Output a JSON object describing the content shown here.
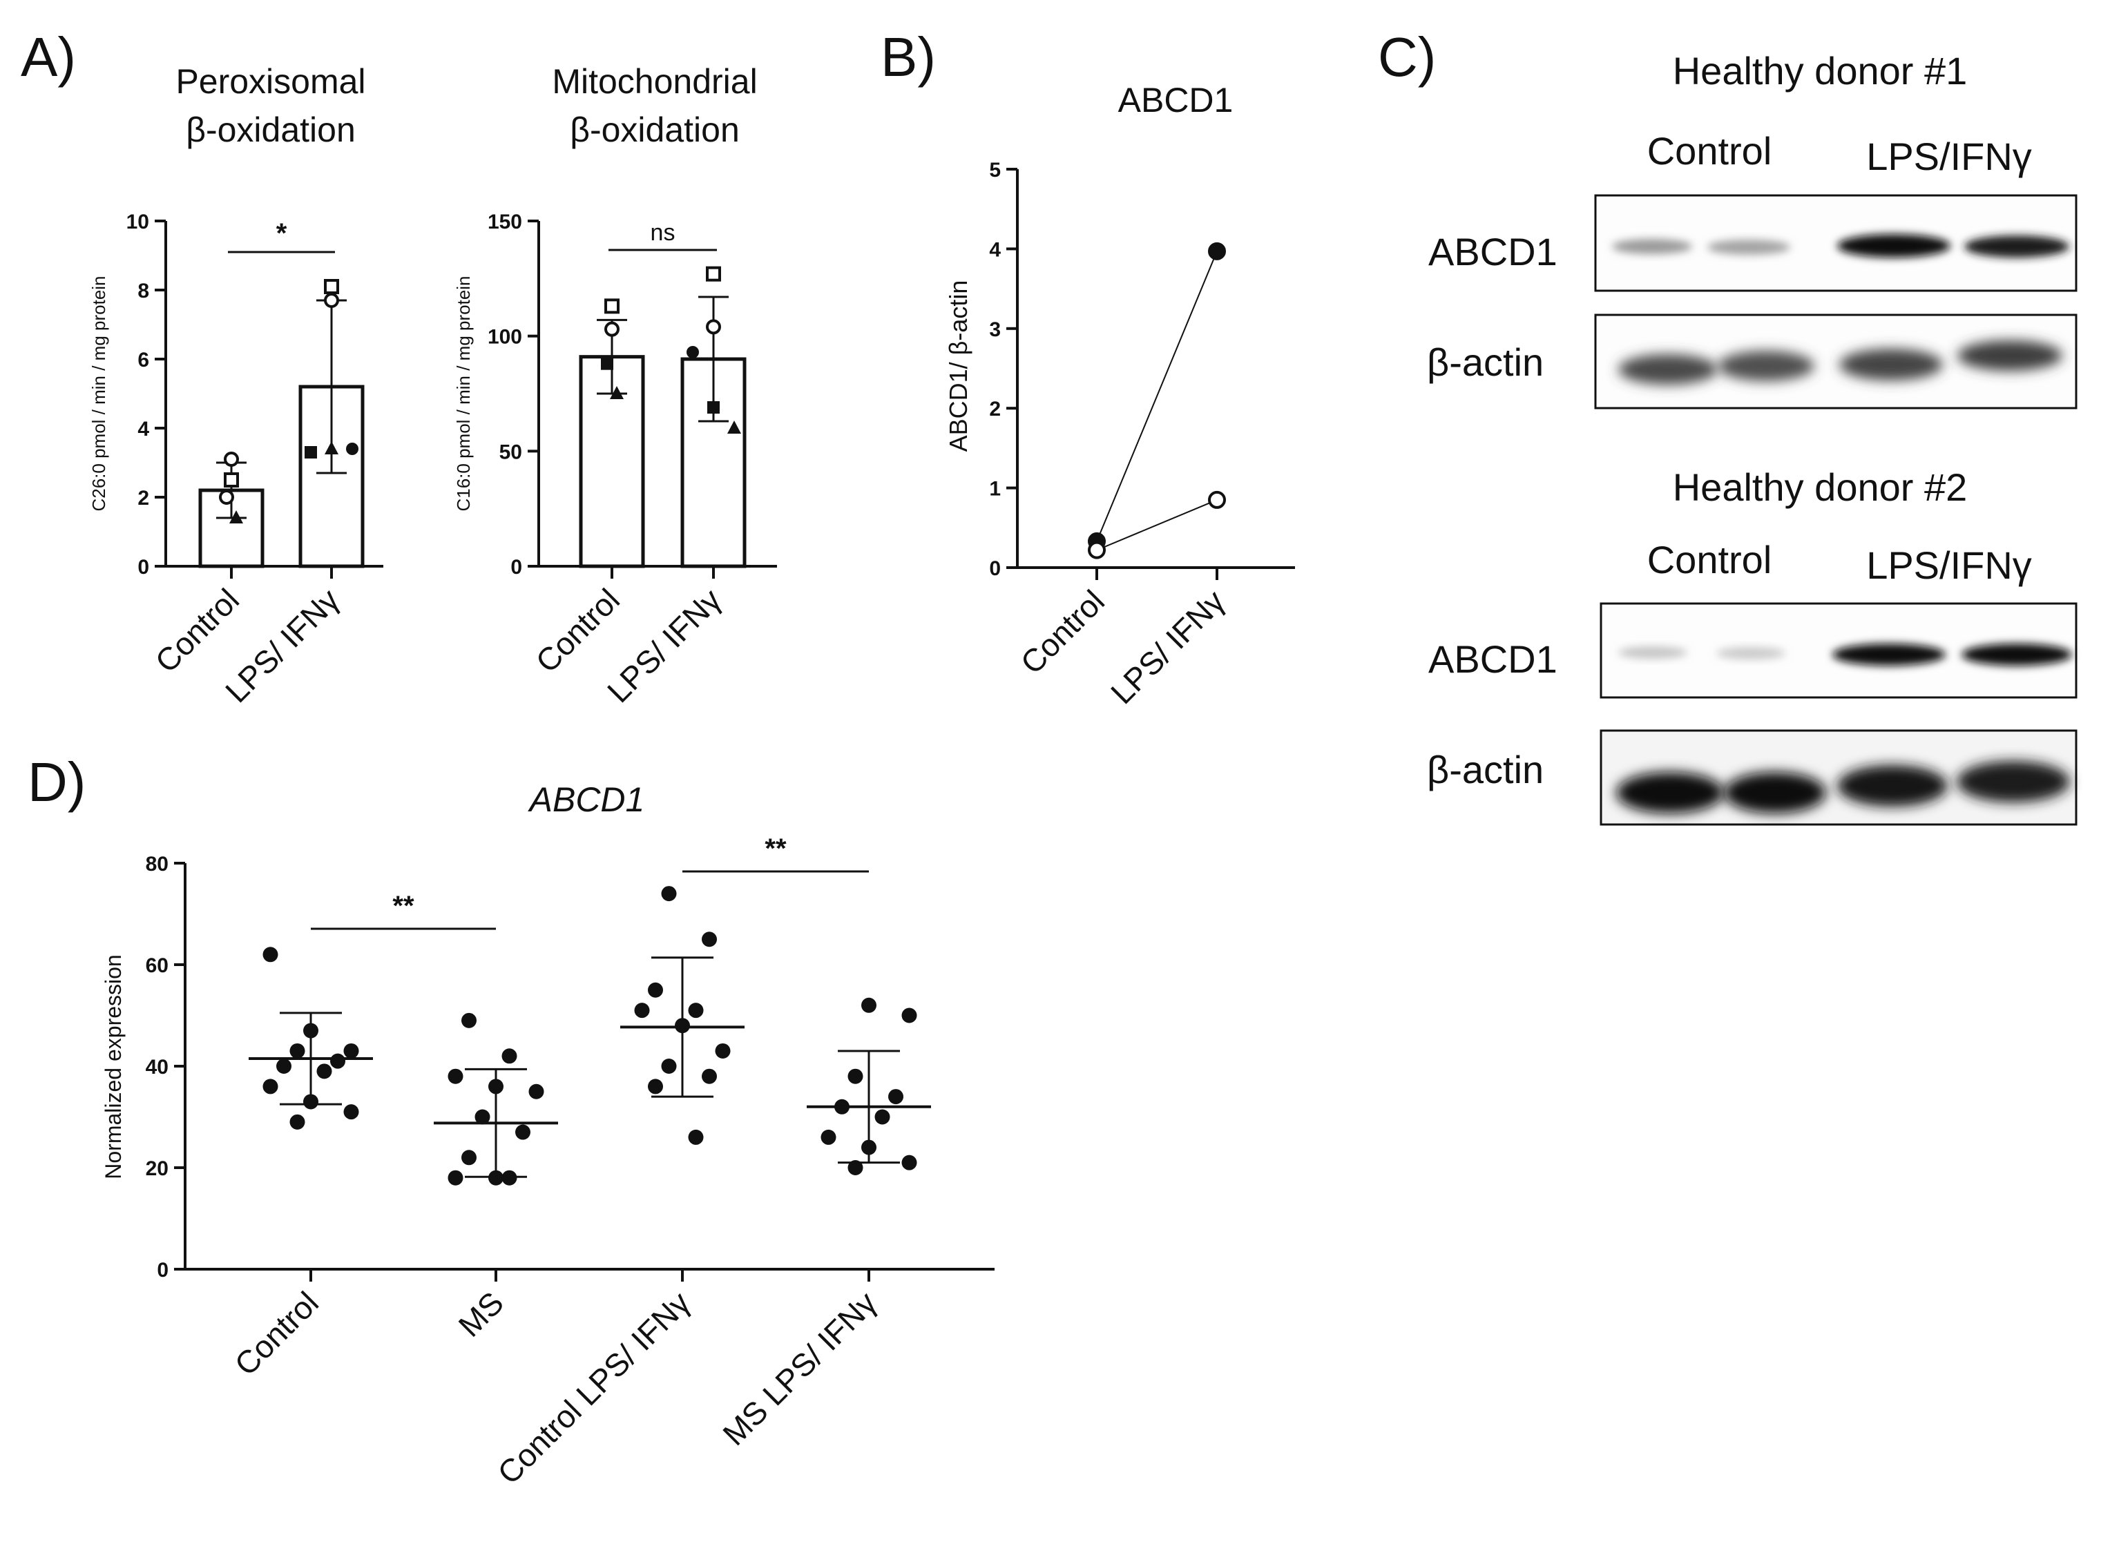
{
  "panels": {
    "A": "A)",
    "B": "B)",
    "C": "C)",
    "D": "D)"
  },
  "chart_data": [
    {
      "id": "A1",
      "type": "bar",
      "title": "Peroxisomal β-oxidation",
      "title_lines": [
        "Peroxisomal",
        "β-oxidation"
      ],
      "ylabel": "C26:0 pmol / min / mg protein",
      "ylim": [
        0,
        10
      ],
      "yticks": [
        0,
        2,
        4,
        6,
        8,
        10
      ],
      "categories": [
        "Control",
        "LPS/ IFNγ"
      ],
      "means": [
        2.2,
        5.2
      ],
      "sd": [
        0.8,
        2.5
      ],
      "points": [
        [
          {
            "shape": "circle",
            "v": 3.1
          },
          {
            "shape": "square",
            "v": 2.5
          },
          {
            "shape": "circle",
            "v": 2.0
          },
          {
            "shape": "triangle",
            "v": 1.4
          }
        ],
        [
          {
            "shape": "square",
            "v": 8.1
          },
          {
            "shape": "circle",
            "v": 7.7
          },
          {
            "shape": "square-filled",
            "v": 3.3
          },
          {
            "shape": "triangle",
            "v": 3.4
          },
          {
            "shape": "dot",
            "v": 3.4
          }
        ]
      ],
      "significance": "*"
    },
    {
      "id": "A2",
      "type": "bar",
      "title": "Mitochondrial β-oxidation",
      "title_lines": [
        "Mitochondrial",
        "β-oxidation"
      ],
      "ylabel": "C16:0 pmol / min / mg protein",
      "ylim": [
        0,
        150
      ],
      "yticks": [
        0,
        50,
        100,
        150
      ],
      "categories": [
        "Control",
        "LPS/ IFNγ"
      ],
      "means": [
        91,
        90
      ],
      "sd": [
        16,
        27
      ],
      "points": [
        [
          {
            "shape": "square",
            "v": 113
          },
          {
            "shape": "circle",
            "v": 103
          },
          {
            "shape": "square-filled",
            "v": 88
          },
          {
            "shape": "triangle",
            "v": 75
          }
        ],
        [
          {
            "shape": "square",
            "v": 127
          },
          {
            "shape": "circle",
            "v": 104
          },
          {
            "shape": "dot",
            "v": 93
          },
          {
            "shape": "square-filled",
            "v": 69
          },
          {
            "shape": "triangle",
            "v": 60
          }
        ]
      ],
      "significance": "ns"
    },
    {
      "id": "B",
      "type": "line",
      "title": "ABCD1",
      "ylabel": "ABCD1/ β-actin",
      "ylim": [
        0,
        5
      ],
      "yticks": [
        0,
        1,
        2,
        3,
        4,
        5
      ],
      "categories": [
        "Control",
        "LPS/ IFNγ"
      ],
      "series": [
        {
          "marker": "filled",
          "values": [
            0.33,
            3.97
          ]
        },
        {
          "marker": "open",
          "values": [
            0.22,
            0.85
          ]
        }
      ]
    },
    {
      "id": "D",
      "type": "scatter",
      "title": "ABCD1",
      "ylabel": "Normalized expression",
      "ylim": [
        0,
        80
      ],
      "yticks": [
        0,
        20,
        40,
        60,
        80
      ],
      "categories": [
        "Control",
        "MS",
        "Control LPS/ IFNγ",
        "MS LPS/ IFNγ"
      ],
      "means": [
        41.5,
        28.8,
        47.7,
        32.0
      ],
      "sd": [
        9,
        10.6,
        13.7,
        11
      ],
      "points": [
        [
          62,
          47,
          43,
          43,
          41,
          40,
          39,
          36,
          33,
          31,
          29
        ],
        [
          49,
          42,
          38,
          36,
          35,
          30,
          27,
          22,
          18,
          18,
          18
        ],
        [
          74,
          65,
          55,
          51,
          51,
          48,
          43,
          40,
          38,
          36,
          26
        ],
        [
          52,
          50,
          38,
          34,
          32,
          30,
          26,
          24,
          21,
          20
        ]
      ],
      "significance": [
        {
          "between": [
            0,
            1
          ],
          "label": "**"
        },
        {
          "between": [
            2,
            3
          ],
          "label": "**"
        }
      ]
    }
  ],
  "blots": {
    "donor1_title": "Healthy donor #1",
    "donor2_title": "Healthy donor #2",
    "control": "Control",
    "treated": "LPS/IFNγ",
    "abcd1": "ABCD1",
    "actin": "β-actin"
  }
}
